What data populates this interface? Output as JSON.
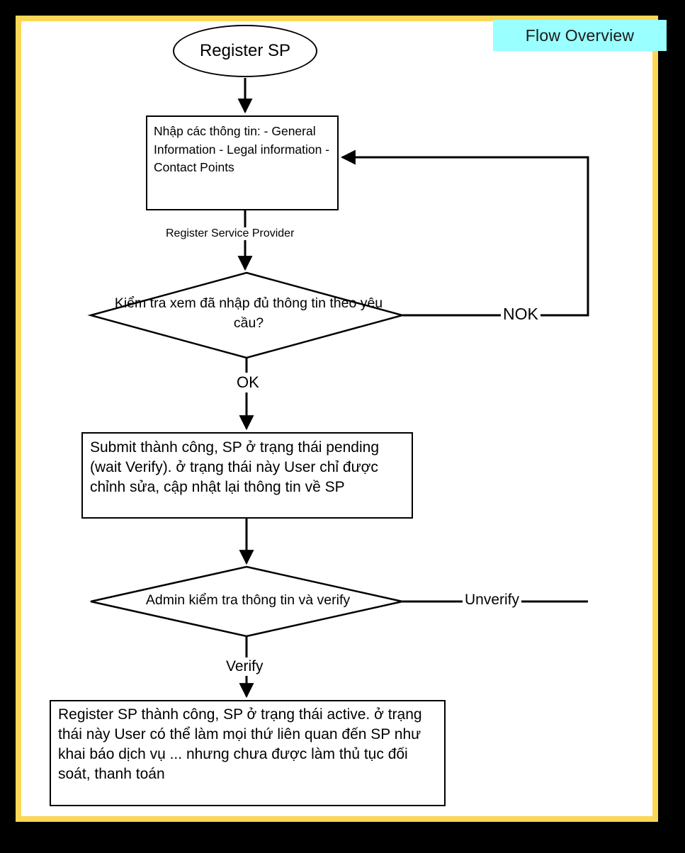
{
  "banner": {
    "label": "Flow Overview",
    "background": "#99FFFF"
  },
  "colors": {
    "page_background": "#000000",
    "frame_border": "#FCD757",
    "canvas": "#FFFFFF",
    "stroke": "#000000"
  },
  "diagram": {
    "type": "flowchart",
    "title": "Flow Overview",
    "nodes": [
      {
        "id": "start",
        "shape": "ellipse",
        "label": "Register SP"
      },
      {
        "id": "input-info",
        "shape": "rectangle",
        "label": "Nhập các thông tin:\n- General Information\n- Legal information\n- Contact Points"
      },
      {
        "id": "check-info",
        "shape": "diamond",
        "label": "Kiểm tra xem đã nhập đủ thông tin theo yêu cầu?"
      },
      {
        "id": "pending",
        "shape": "rectangle",
        "label": "Submit thành công, SP ở trạng thái pending (wait Verify).\nở trạng thái này User chỉ được chỉnh sửa, cập nhật lại thông tin về SP"
      },
      {
        "id": "admin-verify",
        "shape": "diamond",
        "label": "Admin kiểm tra thông tin và verify"
      },
      {
        "id": "active",
        "shape": "rectangle",
        "label": "Register SP thành công, SP ở trạng thái active.\nở trạng thái này User có thể làm mọi thứ liên quan đến SP như khai báo dịch vụ ... nhưng chưa được làm thủ tục đối soát, thanh toán"
      }
    ],
    "edges": [
      {
        "from": "start",
        "to": "input-info",
        "label": ""
      },
      {
        "from": "input-info",
        "to": "check-info",
        "label": "Register Service Provider"
      },
      {
        "from": "check-info",
        "to": "pending",
        "label": "OK"
      },
      {
        "from": "check-info",
        "to": "input-info",
        "label": "NOK"
      },
      {
        "from": "pending",
        "to": "admin-verify",
        "label": ""
      },
      {
        "from": "admin-verify",
        "to": "active",
        "label": "Verify"
      },
      {
        "from": "admin-verify",
        "to": "input-info",
        "label": "Unverify"
      }
    ]
  },
  "nodes": {
    "start": {
      "label": "Register SP"
    },
    "input_info": {
      "line1": "Nhập các thông tin:",
      "line2": "- General Information",
      "line3": "- Legal information",
      "line4": "- Contact Points",
      "text": "Nhập các thông tin:\n- General Information\n- Legal information\n- Contact Points"
    },
    "check_info": {
      "text": "Kiểm tra xem đã nhập đủ thông tin theo yêu cầu?"
    },
    "pending": {
      "text": "Submit thành công, SP ở trạng thái pending (wait Verify).\nở trạng thái này User chỉ được chỉnh sửa, cập nhật lại thông tin về SP"
    },
    "admin_verify": {
      "text": "Admin kiểm tra thông tin và verify"
    },
    "active": {
      "text": "Register SP thành công, SP ở trạng thái active.\nở trạng thái này User có thể làm mọi thứ liên quan đến SP như khai báo dịch vụ ... nhưng chưa được làm thủ tục đối soát, thanh toán"
    }
  },
  "edge_labels": {
    "register_service_provider": "Register Service Provider",
    "nok": "NOK",
    "ok": "OK",
    "unverify": "Unverify",
    "verify": "Verify"
  }
}
